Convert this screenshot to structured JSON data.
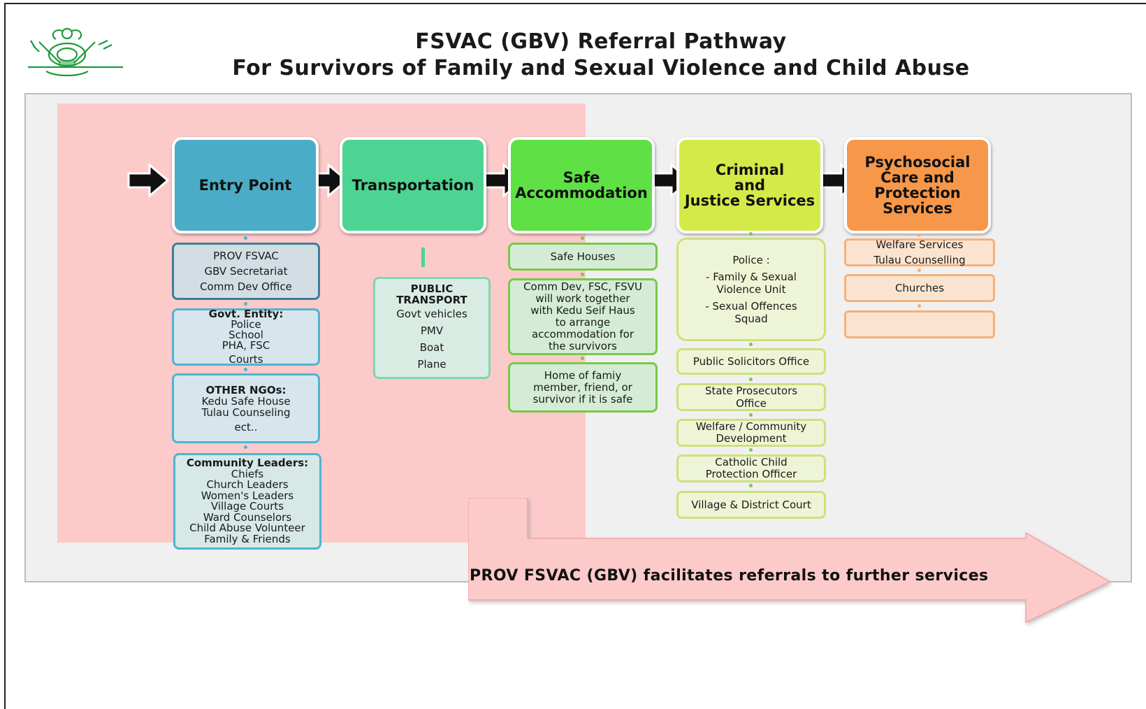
{
  "title": {
    "line1": "FSVAC (GBV) Referral Pathway",
    "line2": "For Survivors of Family and Sexual Violence and Child Abuse"
  },
  "columns": {
    "entry": {
      "heading": "Entry Point",
      "color": "#4aacc6",
      "boxes": [
        {
          "lines": [
            "PROV FSVAC",
            "GBV Secretariat",
            "Comm Dev Office"
          ]
        },
        {
          "heading": "Govt. Entity:",
          "lines": [
            "Police",
            "School",
            "PHA, FSC",
            "Courts"
          ]
        },
        {
          "heading": "OTHER NGOs:",
          "lines": [
            "Kedu Safe House",
            "Tulau Counseling",
            "ect.."
          ]
        },
        {
          "heading": "Community Leaders:",
          "lines": [
            "Chiefs",
            "Church Leaders",
            "Women's Leaders",
            "Village Courts",
            "Ward Counselors",
            "Child Abuse Volunteer",
            "Family & Friends"
          ]
        }
      ]
    },
    "transport": {
      "heading": "Transportation",
      "color": "#4dd493",
      "boxes": [
        {
          "heading1": "PUBLIC",
          "heading2": "TRANSPORT",
          "lines": [
            "Govt vehicles",
            "PMV",
            "Boat",
            "Plane"
          ]
        }
      ]
    },
    "safe": {
      "heading1": "Safe",
      "heading2": "Accommodation",
      "color": "#5fe045",
      "boxes": [
        {
          "lines": [
            "Safe Houses"
          ]
        },
        {
          "lines": [
            "Comm Dev, FSC, FSVU",
            "will work together",
            "with Kedu Seif Haus",
            "to arrange",
            "accommodation for",
            "the survivors"
          ]
        },
        {
          "lines": [
            "Home of famiy",
            "member, friend, or",
            "survivor if it is safe"
          ]
        }
      ]
    },
    "criminal": {
      "heading1": "Criminal",
      "heading2": "and",
      "heading3": "Justice Services",
      "color": "#d4ea48",
      "boxes": [
        {
          "lines": [
            "Police :",
            "- Family & Sexual",
            "Violence Unit",
            "- Sexual Offences",
            "Squad"
          ]
        },
        {
          "lines": [
            "Public Solicitors Office"
          ]
        },
        {
          "lines": [
            "State Prosecutors",
            "Office"
          ]
        },
        {
          "lines": [
            "Welfare / Community",
            "Development"
          ]
        },
        {
          "lines": [
            "Catholic Child",
            "Protection Officer"
          ]
        },
        {
          "lines": [
            "Village & District Court"
          ]
        }
      ]
    },
    "psycho": {
      "heading1": "Psychosocial",
      "heading2": "Care and",
      "heading3": "Protection",
      "heading4": "Services",
      "color": "#f7974a",
      "boxes": [
        {
          "lines": [
            "Welfare Services",
            "Tulau Counselling"
          ]
        },
        {
          "lines": [
            "Churches"
          ]
        },
        {
          "lines": []
        }
      ]
    }
  },
  "footer_arrow": {
    "text": "PROV FSVAC (GBV) facilitates referrals to further services",
    "color": "#fdcaca"
  }
}
